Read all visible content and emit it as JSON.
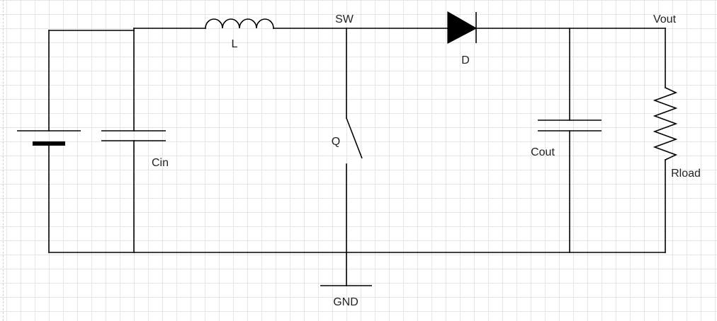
{
  "labels": {
    "sw": "SW",
    "vout": "Vout",
    "inductor": "L",
    "diode": "D",
    "switch": "Q",
    "input_capacitor": "Cin",
    "output_capacitor": "Cout",
    "load_resistor": "Rload",
    "ground": "GND"
  }
}
